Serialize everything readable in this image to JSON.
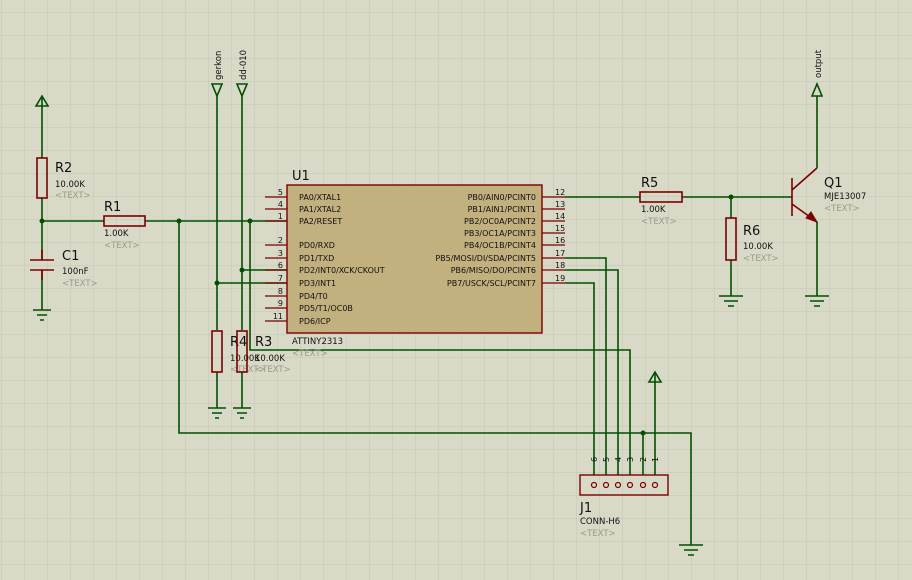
{
  "components": {
    "u1": {
      "ref": "U1",
      "value": "ATTINY2313",
      "text": "<TEXT>"
    },
    "r1": {
      "ref": "R1",
      "value": "1.00K",
      "text": "<TEXT>"
    },
    "r2": {
      "ref": "R2",
      "value": "10.00K",
      "text": "<TEXT>"
    },
    "r3": {
      "ref": "R3",
      "value": "10.00K",
      "text": "<TEXT>"
    },
    "r4": {
      "ref": "R4",
      "value": "10.00K",
      "text": "<TEXT>"
    },
    "r5": {
      "ref": "R5",
      "value": "1.00K",
      "text": "<TEXT>"
    },
    "r6": {
      "ref": "R6",
      "value": "10.00K",
      "text": "<TEXT>"
    },
    "c1": {
      "ref": "C1",
      "value": "100nF",
      "text": "<TEXT>"
    },
    "q1": {
      "ref": "Q1",
      "value": "MJE13007",
      "text": "<TEXT>"
    },
    "j1": {
      "ref": "J1",
      "value": "CONN-H6",
      "text": "<TEXT>"
    }
  },
  "u1_left_pins": [
    {
      "num": "5",
      "name": "PA0/XTAL1"
    },
    {
      "num": "4",
      "name": "PA1/XTAL2"
    },
    {
      "num": "1",
      "name": "PA2/RESET"
    },
    {
      "num": "2",
      "name": "PD0/RXD"
    },
    {
      "num": "3",
      "name": "PD1/TXD"
    },
    {
      "num": "6",
      "name": "PD2/INT0/XCK/CKOUT"
    },
    {
      "num": "7",
      "name": "PD3/INT1"
    },
    {
      "num": "8",
      "name": "PD4/T0"
    },
    {
      "num": "9",
      "name": "PD5/T1/OC0B"
    },
    {
      "num": "11",
      "name": "PD6/ICP"
    }
  ],
  "u1_right_pins": [
    {
      "num": "12",
      "name": "PB0/AIN0/PCINT0"
    },
    {
      "num": "13",
      "name": "PB1/AIN1/PCINT1"
    },
    {
      "num": "14",
      "name": "PB2/OC0A/PCINT2"
    },
    {
      "num": "15",
      "name": "PB3/OC1A/PCINT3"
    },
    {
      "num": "16",
      "name": "PB4/OC1B/PCINT4"
    },
    {
      "num": "17",
      "name": "PB5/MOSI/DI/SDA/PCINT5"
    },
    {
      "num": "18",
      "name": "PB6/MISO/DO/PCINT6"
    },
    {
      "num": "19",
      "name": "PB7/USCK/SCL/PCINT7"
    }
  ],
  "j1_pins": [
    "6",
    "5",
    "4",
    "3",
    "2",
    "1"
  ],
  "terminals": {
    "gerkon": "gerkon",
    "dd010": "dd-010",
    "output": "output"
  },
  "colors": {
    "background": "#d9d9c8",
    "grid": "#c5c5b2",
    "wire": "#005000",
    "part": "#7a0000",
    "ic_body": "#c2b07e",
    "placeholder_text": "#9a9a8a"
  }
}
